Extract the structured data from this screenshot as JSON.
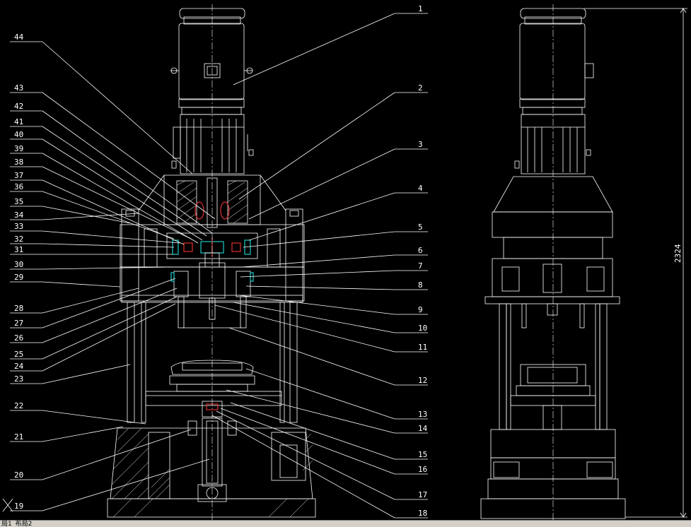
{
  "drawing": {
    "dimension_text": "2324",
    "part_numbers": [
      "1",
      "2",
      "3",
      "4",
      "5",
      "6",
      "7",
      "8",
      "9",
      "10",
      "11",
      "12",
      "13",
      "14",
      "15",
      "16",
      "17",
      "18",
      "19",
      "20",
      "21",
      "22",
      "23",
      "24",
      "25",
      "26",
      "27",
      "28",
      "29",
      "30",
      "31",
      "32",
      "33",
      "34",
      "35",
      "36",
      "37",
      "38",
      "39",
      "40",
      "41",
      "42",
      "43",
      "44"
    ]
  },
  "ucs_icon": "ucs-x-icon",
  "tabs": {
    "layout_tab": "局1",
    "layout_tab2": "布局2"
  },
  "colors": {
    "background": "#000000",
    "lines": "#ffffff",
    "accent_cyan": "#1ec8c8",
    "accent_red": "#e03030"
  }
}
